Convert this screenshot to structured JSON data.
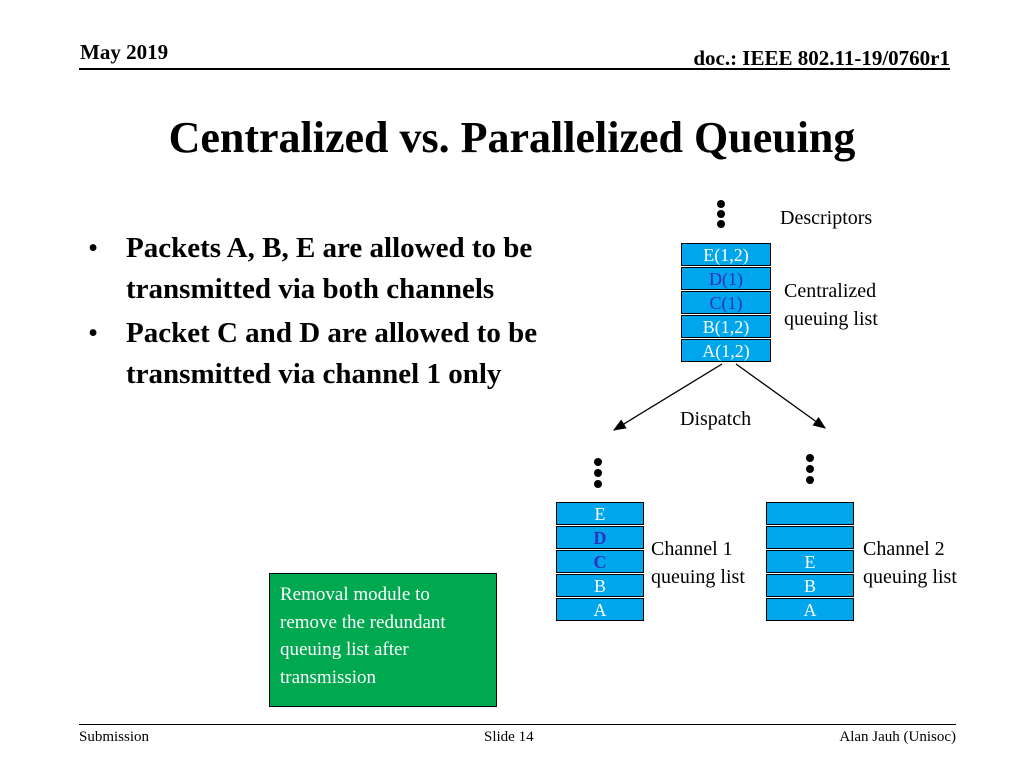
{
  "header": {
    "date": "May 2019",
    "doc": "doc.: IEEE 802.11-19/0760r1"
  },
  "title": "Centralized vs. Parallelized Queuing",
  "bullets": [
    {
      "symbol": "•",
      "text": "Packets A, B, E are allowed to be transmitted via both channels"
    },
    {
      "symbol": "•",
      "text": "Packet C and D are allowed to be transmitted via channel 1 only"
    }
  ],
  "diagram": {
    "descriptors_label": "Descriptors",
    "central_queue": [
      "E(1,2)",
      "D(1)",
      "C(1)",
      "B(1,2)",
      "A(1,2)"
    ],
    "central_label_line1": "Centralized",
    "central_label_line2": "queuing list",
    "dispatch_label": "Dispatch",
    "channel1_queue": [
      "E",
      "D",
      "C",
      "B",
      "A"
    ],
    "channel1_label_line1": "Channel 1",
    "channel1_label_line2": "queuing list",
    "channel2_queue": [
      "",
      "",
      "E",
      "B",
      "A"
    ],
    "channel2_label_line1": "Channel 2",
    "channel2_label_line2": "queuing list",
    "removal_text": "Removal module to remove the redundant queuing list after transmission",
    "colors": {
      "queue_fill": "#00a6eb",
      "removal_fill": "#00a84f",
      "highlight_text": "#3030c0"
    }
  },
  "footer": {
    "left": "Submission",
    "center": "Slide 14",
    "right": "Alan Jauh (Unisoc)"
  }
}
